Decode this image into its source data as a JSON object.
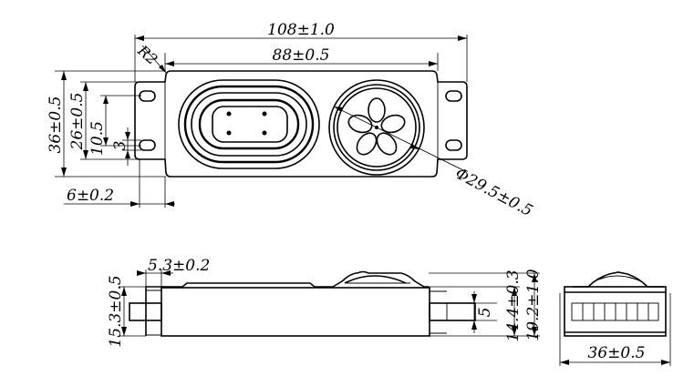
{
  "top_view": {
    "overall_length": "108±1.0",
    "body_length": "88±0.5",
    "corner_radius": "R2",
    "overall_height": "36±0.5",
    "body_height": "26±0.5",
    "slot_spacing": "10.5",
    "slot_width": "3",
    "tab_width": "6±0.2",
    "speaker_diameter": "Φ29.5±0.5"
  },
  "side_view": {
    "tab_height": "5.3±0.2",
    "body_thickness": "15.3±0.5",
    "slot_height": "5",
    "thickness_a": "14.4±0.3",
    "thickness_b": "19.2±1.0"
  },
  "end_view": {
    "width": "36±0.5"
  }
}
